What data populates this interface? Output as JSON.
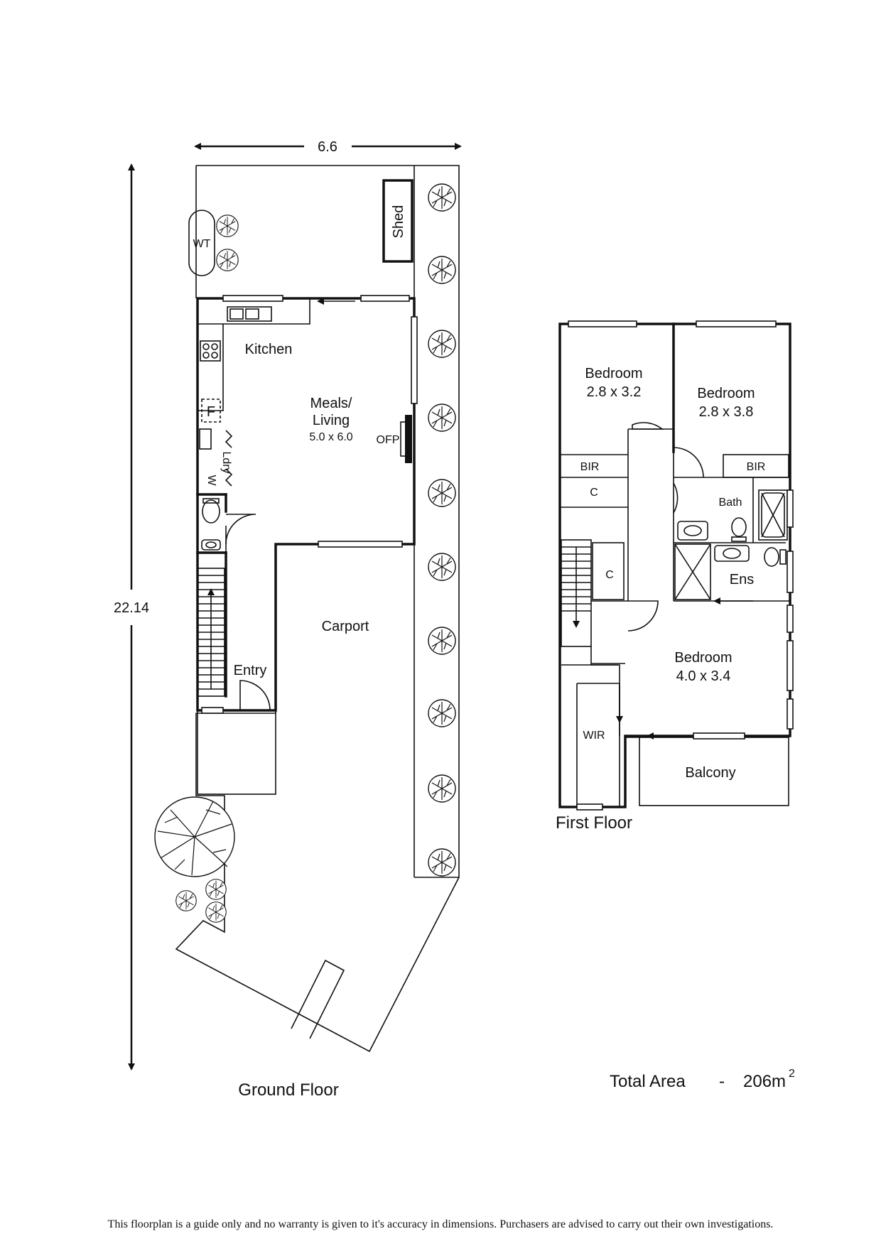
{
  "dimensions": {
    "width_label": "6.6",
    "length_label": "22.14"
  },
  "floors": {
    "ground": {
      "title": "Ground Floor",
      "rooms": {
        "kitchen": "Kitchen",
        "meals_line1": "Meals/",
        "meals_line2": "Living",
        "meals_size": "5.0 x 6.0",
        "carport": "Carport",
        "entry": "Entry",
        "shed": "Shed",
        "wt": "WT",
        "ofp": "OFP",
        "laundry": "Ldry",
        "w": "W",
        "f": "F"
      }
    },
    "first": {
      "title": "First Floor",
      "rooms": {
        "bedroom1_name": "Bedroom",
        "bedroom1_size": "2.8 x 3.2",
        "bedroom2_name": "Bedroom",
        "bedroom2_size": "2.8 x 3.8",
        "bedroom3_name": "Bedroom",
        "bedroom3_size": "4.0 x 3.4",
        "bir1": "BIR",
        "bir2": "BIR",
        "c1": "C",
        "c2": "C",
        "bath": "Bath",
        "ens": "Ens",
        "wir": "WIR",
        "balcony": "Balcony"
      }
    }
  },
  "total_area": {
    "label": "Total Area",
    "separator": "-",
    "value": "206m",
    "unit_sup": "2"
  },
  "disclaimer": "This floorplan is a guide only and no warranty is given to it's accuracy in dimensions. Purchasers are advised to carry out their own investigations."
}
